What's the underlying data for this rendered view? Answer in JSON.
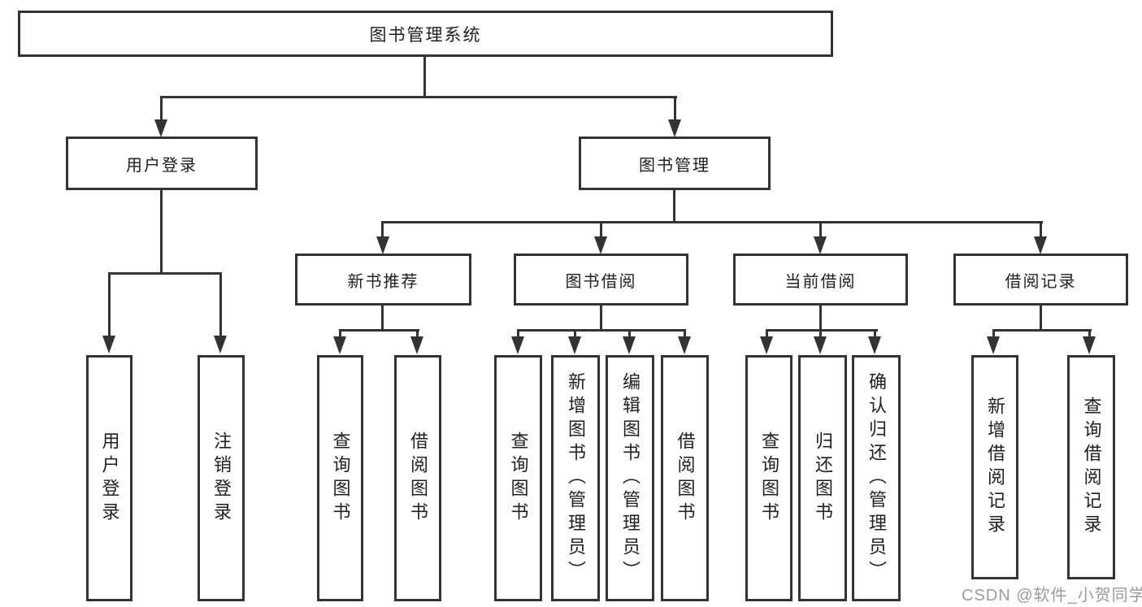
{
  "root": {
    "label": "图书管理系统"
  },
  "branches": [
    {
      "label": "用户登录",
      "children": [
        {
          "label": "用户登录"
        },
        {
          "label": "注销登录"
        }
      ]
    },
    {
      "label": "图书管理",
      "children": [
        {
          "label": "新书推荐",
          "children": [
            {
              "label": "查询图书"
            },
            {
              "label": "借阅图书"
            }
          ]
        },
        {
          "label": "图书借阅",
          "children": [
            {
              "label": "查询图书"
            },
            {
              "label": "新增图书（管理员）"
            },
            {
              "label": "编辑图书（管理员）"
            },
            {
              "label": "借阅图书"
            }
          ]
        },
        {
          "label": "当前借阅",
          "children": [
            {
              "label": "查询图书"
            },
            {
              "label": "归还图书"
            },
            {
              "label": "确认归还（管理员）"
            }
          ]
        },
        {
          "label": "借阅记录",
          "children": [
            {
              "label": "新增借阅记录"
            },
            {
              "label": "查询借阅记录"
            }
          ]
        }
      ]
    }
  ],
  "watermark": {
    "text": "CSDN @软件_小贺同学"
  },
  "colors": {
    "line": "#333333",
    "text": "#1f1f1f",
    "background": "#ffffff",
    "watermark": "#9b9b9b"
  }
}
